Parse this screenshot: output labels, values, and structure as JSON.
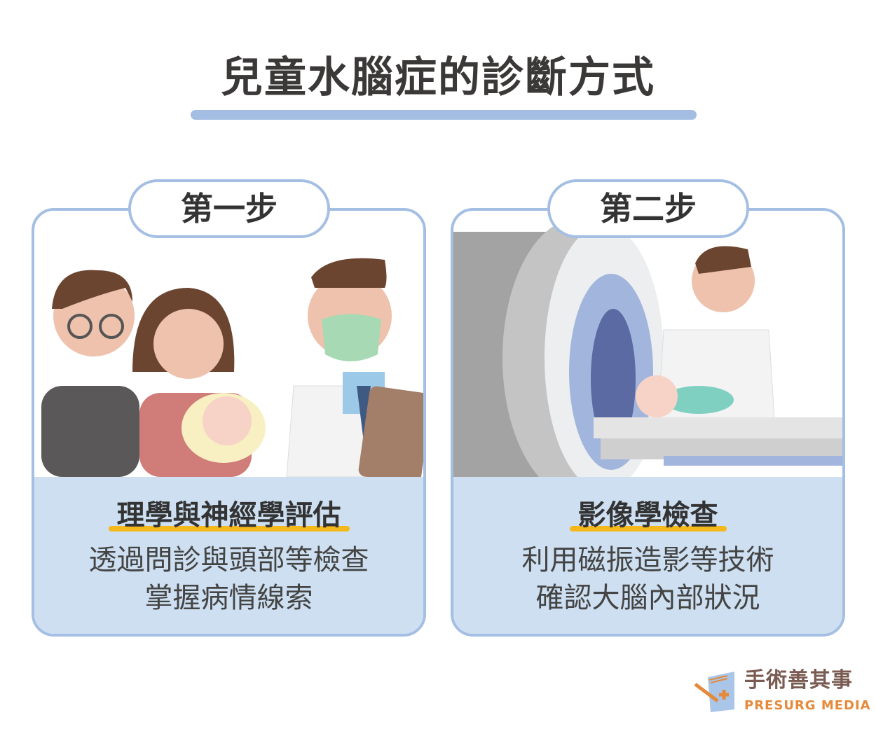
{
  "title": "兒童水腦症的診斷方式",
  "steps": [
    {
      "label": "第一步",
      "heading": "理學與神經學評估",
      "lines": [
        "透過問診與頭部等檢查",
        "掌握病情線索"
      ]
    },
    {
      "label": "第二步",
      "heading": "影像學檢查",
      "lines": [
        "利用磁振造影等技術",
        "確認大腦內部狀況"
      ]
    }
  ],
  "logo": {
    "name_cn": "手術善其事",
    "name_en": "PRESURG MEDIA"
  },
  "colors": {
    "border": "#a4bfe3",
    "caption_bg": "#cddff0",
    "highlight": "#f5b81c"
  }
}
